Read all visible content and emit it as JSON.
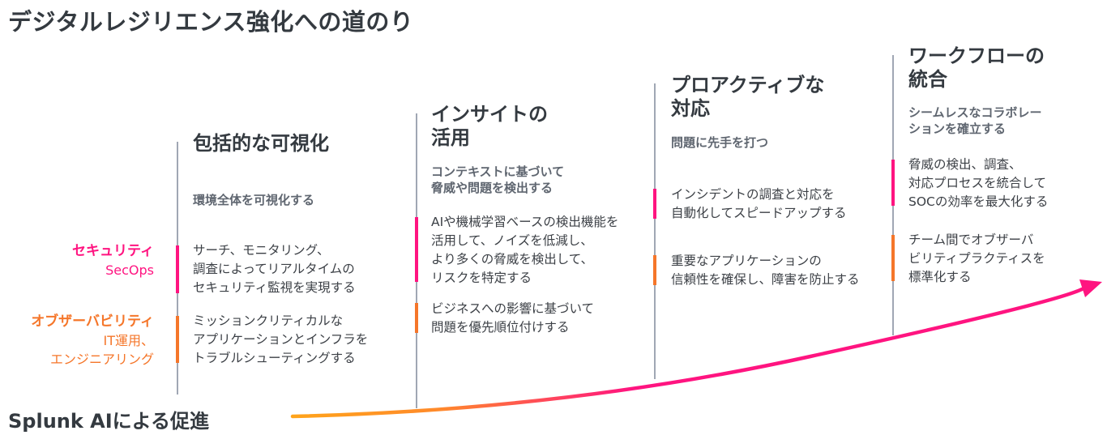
{
  "title": "デジタルレジリエンス強化への道のり",
  "footer": "Splunk AIによる促進",
  "lanes": {
    "security": {
      "label": "セキュリティ",
      "sub": "SecOps",
      "color": "#ff1480"
    },
    "observability": {
      "label": "オブザーバビリティ",
      "sub": "IT運用、\nエンジニアリング",
      "color": "#f5762a"
    }
  },
  "columns": [
    {
      "heading": "包括的な可視化",
      "subheading": "環境全体を可視化する",
      "security": "サーチ、モニタリング、\n調査によってリアルタイムの\nセキュリティ監視を実現する",
      "observability": "ミッションクリティカルな\nアプリケーションとインフラを\nトラブルシューティングする"
    },
    {
      "heading": "インサイトの\n活用",
      "subheading": "コンテキストに基づいて\n脅威や問題を検出する",
      "security": "AIや機械学習ベースの検出機能を\n活用して、ノイズを低減し、\nより多くの脅威を検出して、\nリスクを特定する",
      "observability": "ビジネスへの影響に基づいて\n問題を優先順位付けする"
    },
    {
      "heading": "プロアクティブな\n対応",
      "subheading": "問題に先手を打つ",
      "security": "インシデントの調査と対応を\n自動化してスピードアップする",
      "observability": "重要なアプリケーションの\n信頼性を確保し、障害を防止する"
    },
    {
      "heading": "ワークフローの\n統合",
      "subheading": "シームレスなコラボレー\nションを確立する",
      "security": "脅威の検出、調査、\n対応プロセスを統合して\nSOCの効率を最大化する",
      "observability": "チーム間でオブザーバ\nビリティプラクティスを\n標準化する"
    }
  ],
  "colors": {
    "arrow_start": "#ffa41b",
    "arrow_end": "#ff1480",
    "guide_line": "#a0a7b4",
    "heading_text": "#343a40"
  }
}
